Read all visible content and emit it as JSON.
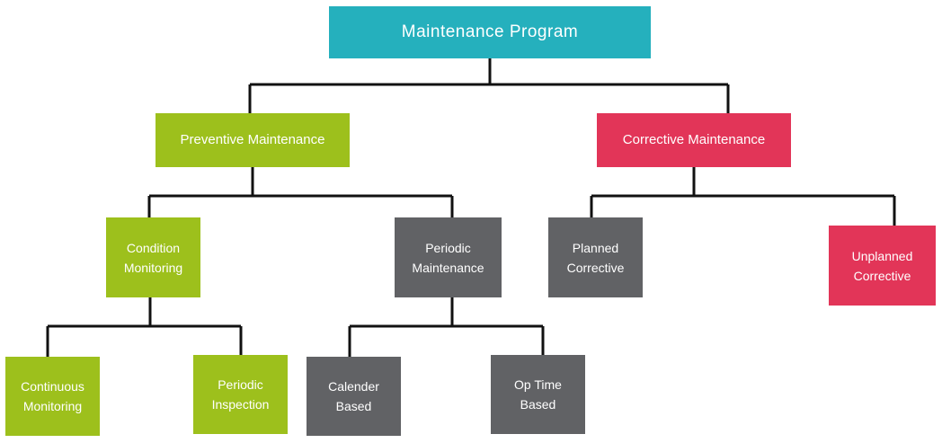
{
  "diagram": {
    "root": {
      "lines": [
        "Maintenance Program"
      ]
    },
    "preventive": {
      "lines": [
        "Preventive Maintenance"
      ]
    },
    "corrective": {
      "lines": [
        "Corrective Maintenance"
      ]
    },
    "condition_monitoring": {
      "lines": [
        "Condition",
        "Monitoring"
      ]
    },
    "periodic_maintenance": {
      "lines": [
        "Periodic",
        "Maintenance"
      ]
    },
    "planned_corrective": {
      "lines": [
        "Planned",
        "Corrective"
      ]
    },
    "unplanned_corrective": {
      "lines": [
        "Unplanned",
        "Corrective"
      ]
    },
    "continuous_monitoring": {
      "lines": [
        "Continuous",
        "Monitoring"
      ]
    },
    "periodic_inspection": {
      "lines": [
        "Periodic",
        "Inspection"
      ]
    },
    "calender_based": {
      "lines": [
        "Calender",
        "Based"
      ]
    },
    "op_time_based": {
      "lines": [
        "Op Time",
        "Based"
      ]
    }
  },
  "colors": {
    "root": "#25b0bd",
    "preventive_branch": "#9dc01c",
    "corrective_branch": "#e23558",
    "neutral": "#616265",
    "connector": "#111111"
  }
}
